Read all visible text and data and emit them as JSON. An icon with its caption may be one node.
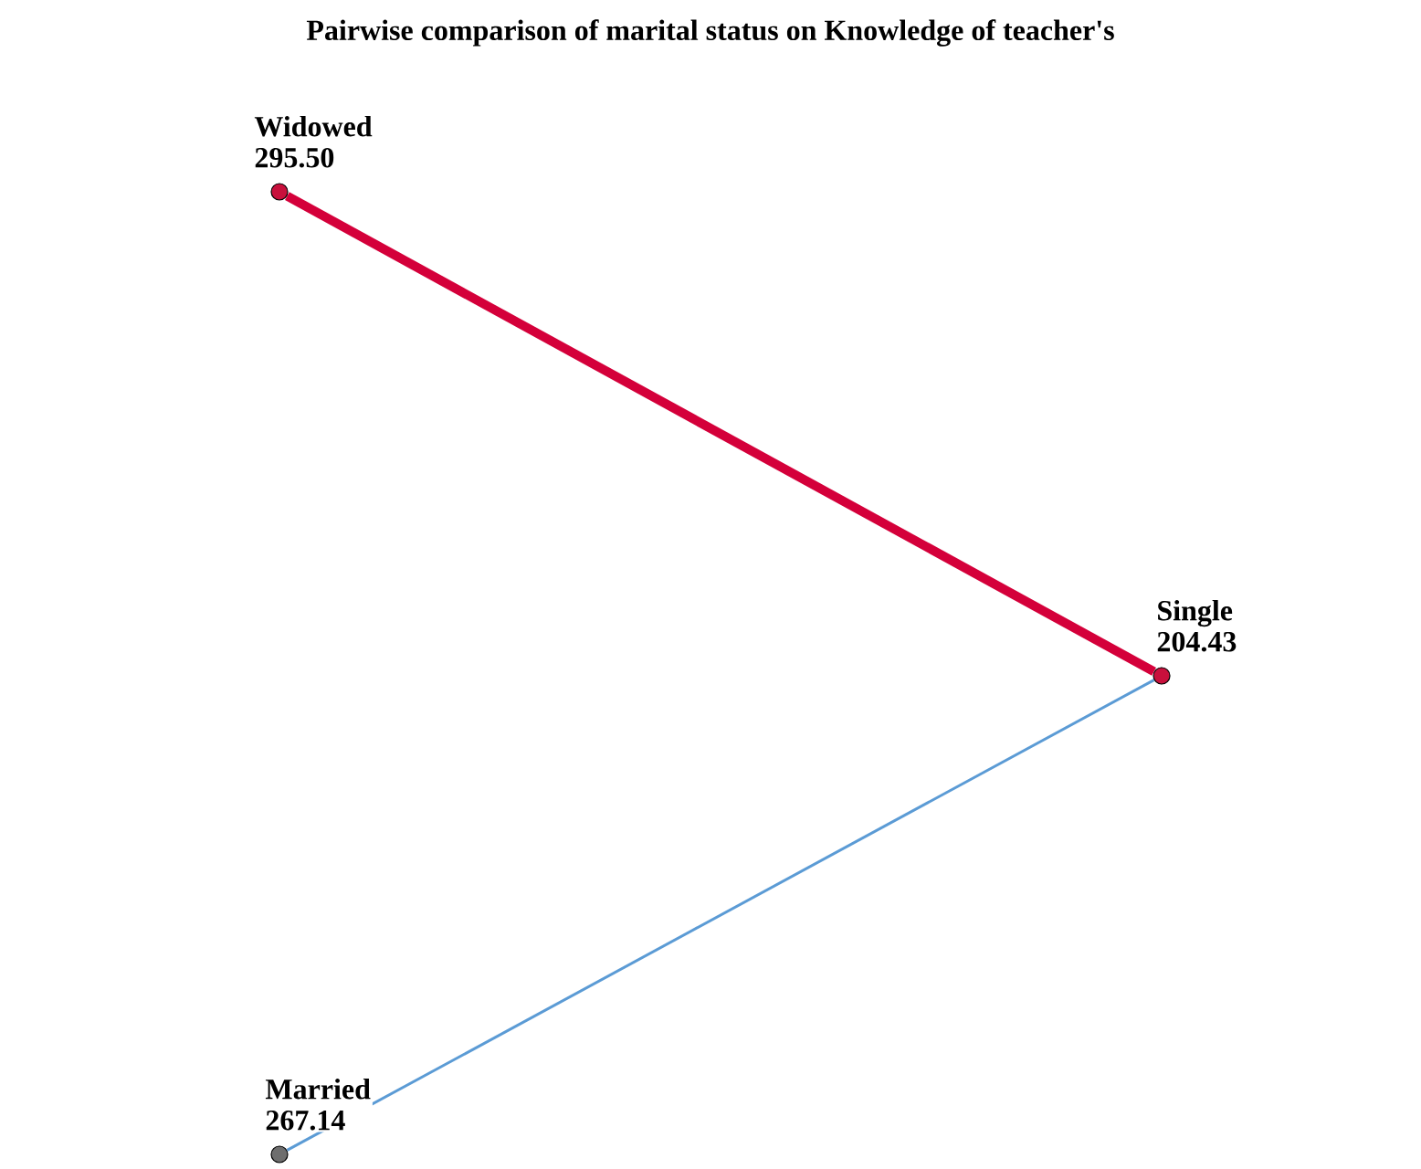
{
  "diagram": {
    "title": "Pairwise comparison of marital status on Knowledge of teacher's",
    "nodes": [
      {
        "text": [
          "Widowed",
          "295.50"
        ]
      },
      {
        "text": [
          "Single",
          "204.43"
        ]
      },
      {
        "text": [
          "Married",
          "267.14"
        ]
      }
    ],
    "edges": [
      {
        "from": 0,
        "to": 1,
        "arrow": "none",
        "style": "thick",
        "color": "#d4003a"
      },
      {
        "from": 1,
        "to": 2,
        "arrow": "none",
        "color": "#5b9bd5"
      }
    ]
  }
}
